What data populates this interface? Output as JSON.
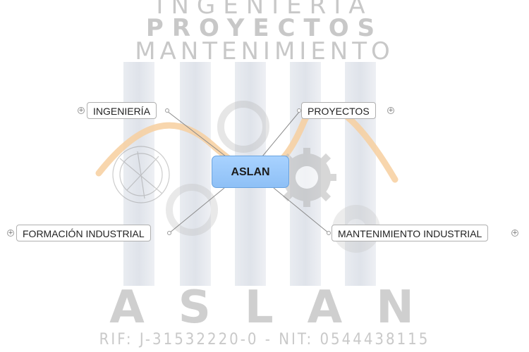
{
  "watermark": {
    "line1": "INGENIERÍA",
    "line2": "PROYECTOS",
    "line3": "MANTENIMIENTO",
    "brand": "ASLAN",
    "rif": "RIF: J-31532220-0 - NIT: 0544438115"
  },
  "mindmap": {
    "central": "ASLAN",
    "topics": {
      "ingenieria": "INGENIERÍA",
      "proyectos": "PROYECTOS",
      "formacion": "FORMACIÓN INDUSTRIAL",
      "mantenimiento": "MANTENIMIENTO INDUSTRIAL"
    },
    "expand_symbol": "+"
  },
  "colors": {
    "central_fill": "#9fcaff",
    "watermark_gray": "#c8c8c8",
    "arc_orange": "#f7c58a"
  },
  "icons": [
    "gear-icon",
    "compass-drawing-icon",
    "expand-icon"
  ]
}
